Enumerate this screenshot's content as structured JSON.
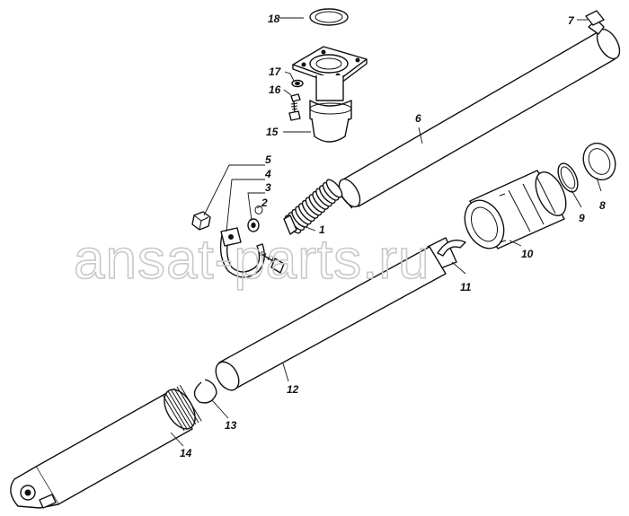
{
  "watermark": "ansat-parts.ru",
  "callouts": [
    {
      "id": "1",
      "label": "1"
    },
    {
      "id": "2",
      "label": "2"
    },
    {
      "id": "3",
      "label": "3"
    },
    {
      "id": "4",
      "label": "4"
    },
    {
      "id": "5",
      "label": "5"
    },
    {
      "id": "6",
      "label": "6"
    },
    {
      "id": "7",
      "label": "7"
    },
    {
      "id": "8",
      "label": "8"
    },
    {
      "id": "9",
      "label": "9"
    },
    {
      "id": "10",
      "label": "10"
    },
    {
      "id": "11",
      "label": "11"
    },
    {
      "id": "12",
      "label": "12"
    },
    {
      "id": "13",
      "label": "13"
    },
    {
      "id": "14",
      "label": "14"
    },
    {
      "id": "15",
      "label": "15"
    },
    {
      "id": "16",
      "label": "16"
    },
    {
      "id": "17",
      "label": "17"
    },
    {
      "id": "18",
      "label": "18"
    }
  ]
}
